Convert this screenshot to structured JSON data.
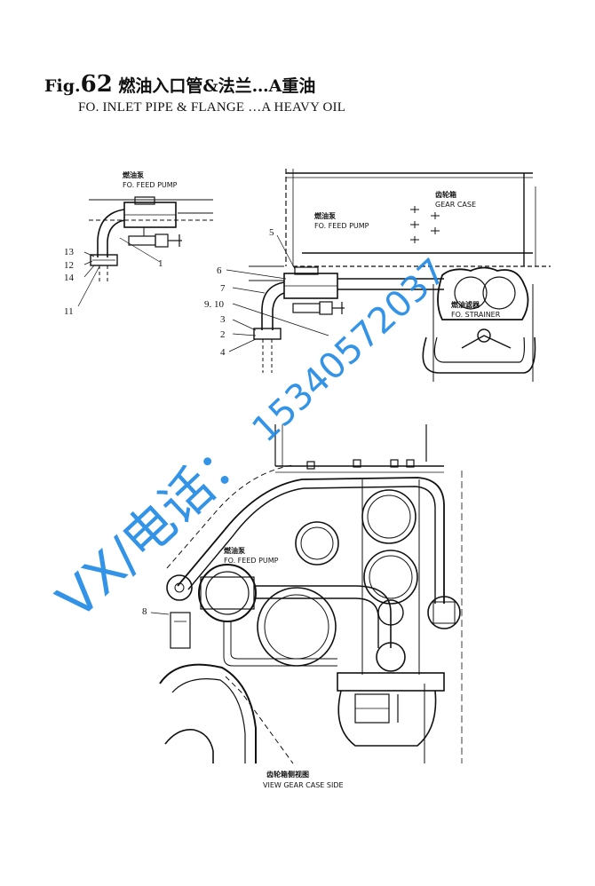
{
  "title": {
    "prefix": "Fig.",
    "number": "62",
    "chinese": "燃油入口管&法兰…A重油",
    "english": "FO. INLET PIPE & FLANGE …A HEAVY OIL"
  },
  "labels": {
    "feed_pump_cn": "燃油泵",
    "feed_pump_en": "FO. FEED PUMP",
    "gear_case_cn": "齿轮箱",
    "gear_case_en": "GEAR CASE",
    "strainer_cn": "燃油滤器",
    "strainer_en": "FO. STRAINER",
    "view_cn": "齿轮箱侧视图",
    "view_en": "VIEW GEAR CASE SIDE"
  },
  "callouts": {
    "n1": "1",
    "n2": "2",
    "n3": "3",
    "n4": "4",
    "n5": "5",
    "n6": "6",
    "n7": "7",
    "n8": "8",
    "n910": "9. 10",
    "n11": "11",
    "n12": "12",
    "n13": "13",
    "n14": "14"
  },
  "watermark": {
    "phone": "15340572037",
    "contact": "VX/电话："
  },
  "colors": {
    "ink": "#111111",
    "watermark": "#1e88e5"
  }
}
